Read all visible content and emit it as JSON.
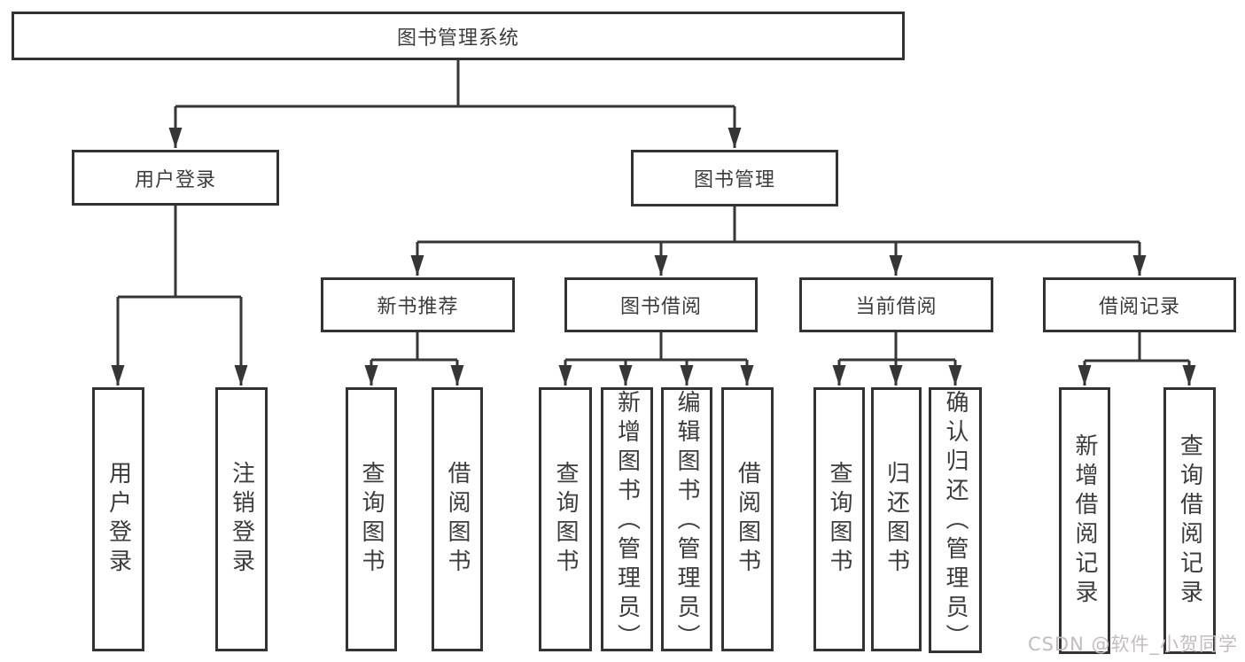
{
  "diagram": {
    "title": "图书管理系统",
    "level2": [
      {
        "label": "用户登录",
        "leaves": [
          "用户登录",
          "注销登录"
        ]
      },
      {
        "label": "图书管理",
        "sections": [
          {
            "label": "新书推荐",
            "leaves": [
              "查询图书",
              "借阅图书"
            ]
          },
          {
            "label": "图书借阅",
            "leaves": [
              "查询图书",
              "新增图书（管理员）",
              "编辑图书（管理员）",
              "借阅图书"
            ]
          },
          {
            "label": "当前借阅",
            "leaves": [
              "查询图书",
              "归还图书",
              "确认归还（管理员）"
            ]
          },
          {
            "label": "借阅记录",
            "leaves": [
              "新增借阅记录",
              "查询借阅记录"
            ]
          }
        ]
      }
    ]
  },
  "watermark": {
    "text": "CSDN @软件_小贺同学",
    "color": "#c3bcbc"
  },
  "colors": {
    "line": "#363636",
    "border": "#333333",
    "text": "#3c3c3c",
    "background": "#ffffff"
  }
}
